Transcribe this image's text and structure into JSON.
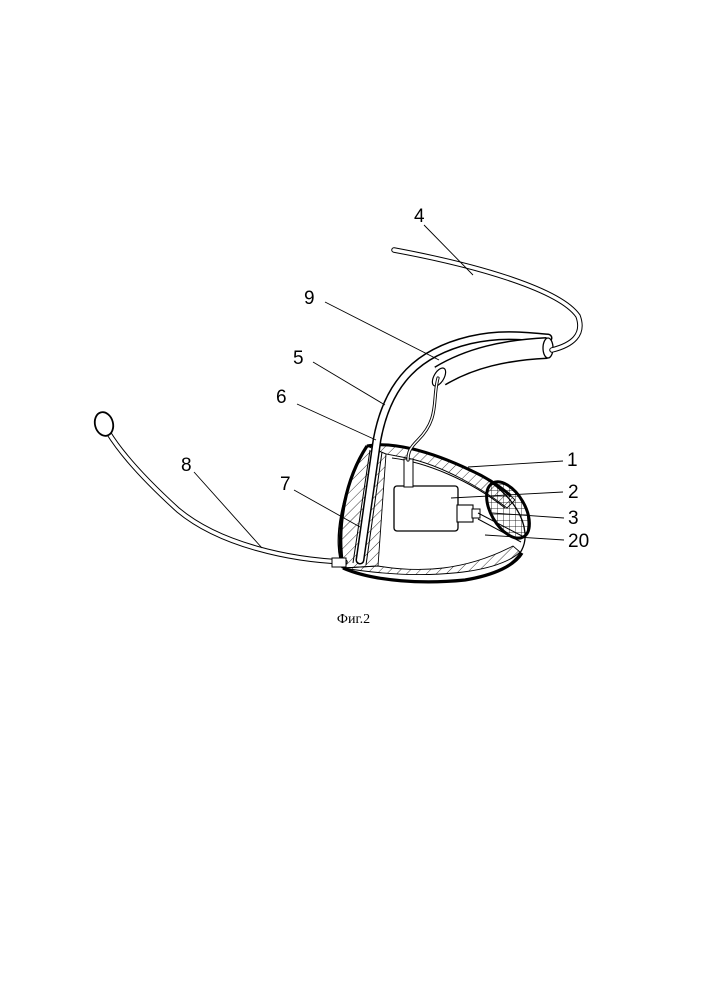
{
  "figure": {
    "caption": "Фиг.2",
    "labels": {
      "l1": "1",
      "l2": "2",
      "l3": "3",
      "l4": "4",
      "l5": "5",
      "l6": "6",
      "l7": "7",
      "l8": "8",
      "l9": "9",
      "l20": "20"
    }
  }
}
